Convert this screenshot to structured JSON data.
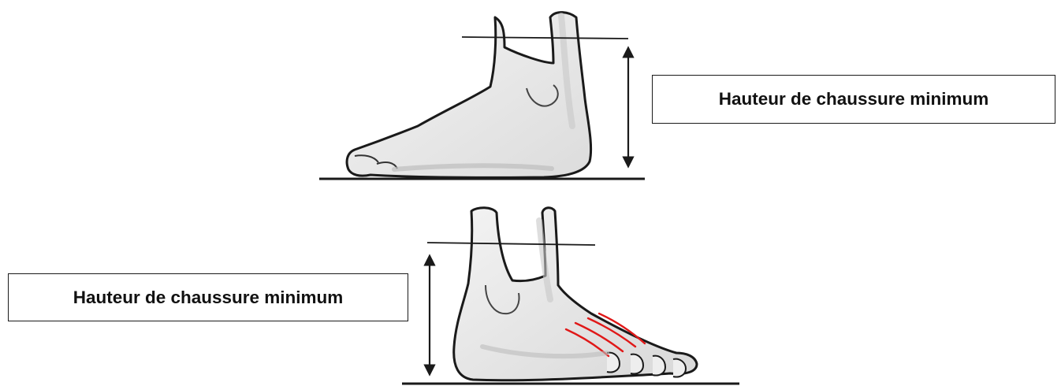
{
  "labels": {
    "top": "Hauteur de chaussure minimum",
    "bottom": "Hauteur de chaussure minimum"
  },
  "icons": {
    "top_foot": "flat-foot-side-view-illustration",
    "bottom_foot": "raised-toe-foot-side-view-illustration",
    "arrow": "double-headed-vertical-arrow"
  },
  "colors": {
    "line": "#1a1a1a",
    "tendon_highlight": "#e01818",
    "shading": "#cfcfcf"
  }
}
